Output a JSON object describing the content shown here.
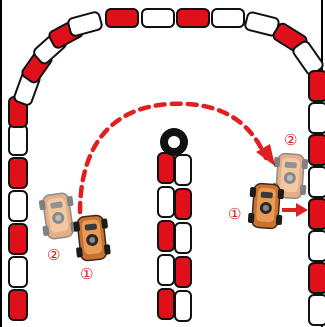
{
  "scene": {
    "type": "track-diagram",
    "colors": {
      "curb_red": "#e0101a",
      "curb_white": "#ffffff",
      "curb_outline": "#111111",
      "path_red": "#e02020",
      "background": "#ffffff",
      "frame": "#000000"
    },
    "icons": {
      "car": "kart-car-icon",
      "pylon": "tire-stack-icon",
      "arrow": "arrow-right-icon"
    }
  },
  "labels": {
    "left_group": {
      "car_1": "①",
      "car_2": "②"
    },
    "right_group": {
      "car_1": "①",
      "car_2": "②"
    }
  }
}
